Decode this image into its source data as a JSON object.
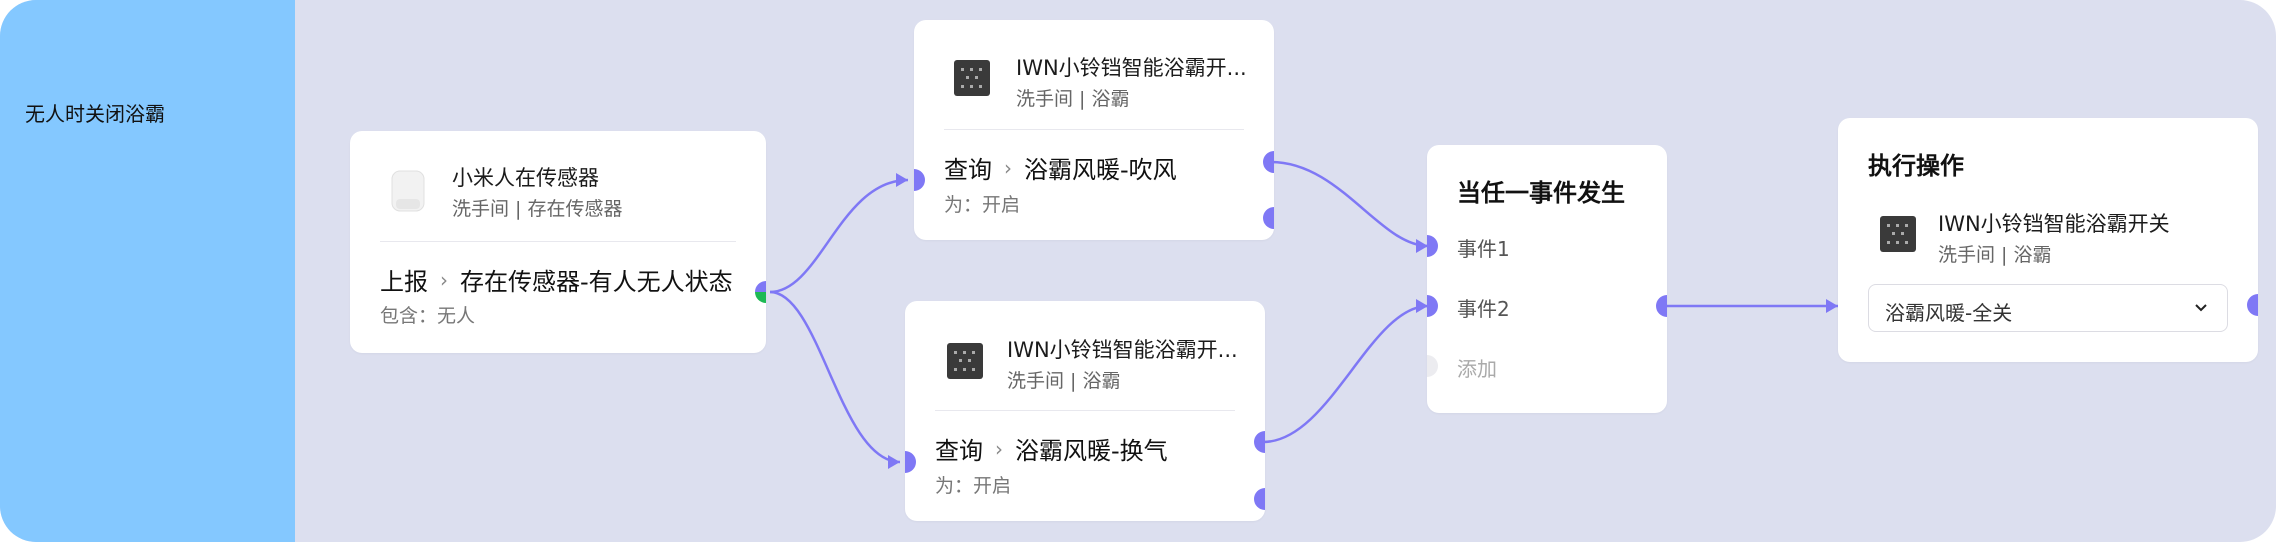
{
  "sidebar": {
    "title": "无人时关闭浴霸"
  },
  "trigger": {
    "device_name": "小米人在传感器",
    "device_location": "洗手间 | 存在传感器",
    "action_prefix": "上报",
    "action": "存在传感器-有人无人状态",
    "condition": "包含：无人",
    "icon": "presence-sensor-icon"
  },
  "query1": {
    "device_name": "IWN小铃铛智能浴霸开...",
    "device_location": "洗手间 | 浴霸",
    "action_prefix": "查询",
    "action": "浴霸风暖-吹风",
    "condition": "为：开启",
    "icon": "bath-heater-switch-icon"
  },
  "query2": {
    "device_name": "IWN小铃铛智能浴霸开...",
    "device_location": "洗手间 | 浴霸",
    "action_prefix": "查询",
    "action": "浴霸风暖-换气",
    "condition": "为：开启",
    "icon": "bath-heater-switch-icon"
  },
  "any_event": {
    "title": "当任一事件发生",
    "items": [
      "事件1",
      "事件2"
    ],
    "add_label": "添加"
  },
  "execute": {
    "title": "执行操作",
    "device_name": "IWN小铃铛智能浴霸开关",
    "device_location": "洗手间 | 浴霸",
    "selected_action": "浴霸风暖-全关",
    "icon": "bath-heater-switch-icon"
  },
  "colors": {
    "canvas": "#dcdfef",
    "sidebar": "#84c8ff",
    "port": "#7f78f5",
    "wire": "#7f78f5",
    "port_connected": "#1db954"
  }
}
